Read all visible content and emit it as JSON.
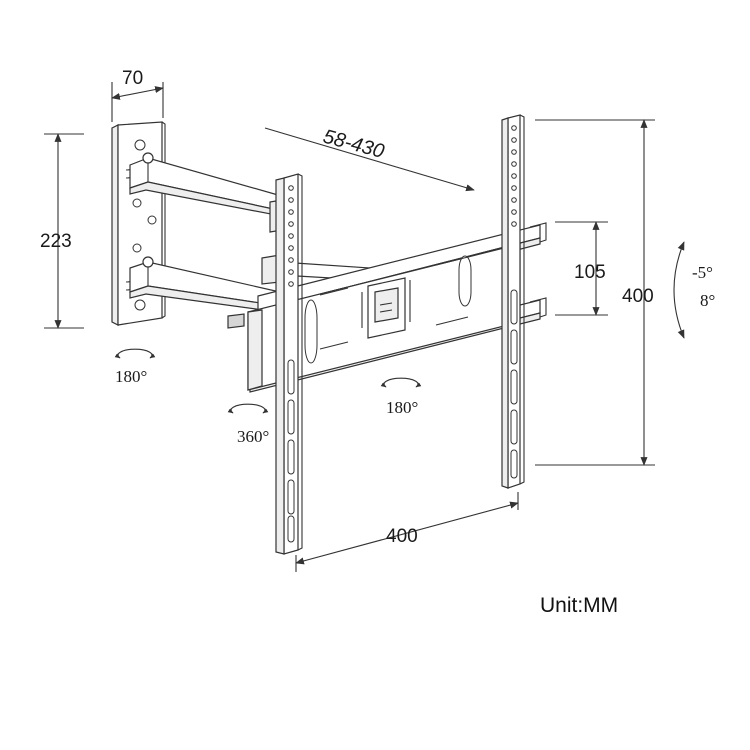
{
  "dimensions": {
    "wall_plate_depth": "70",
    "wall_plate_height": "223",
    "arm_extension": "58-430",
    "vesa_height": "400",
    "vesa_width": "400",
    "rail_spacing": "105"
  },
  "rotations": {
    "tilt_up": "-5°",
    "tilt_down": "8°",
    "wall_swivel": "180°",
    "plate_swivel": "180°",
    "arm_rotation": "360°"
  },
  "unit_label": "Unit:MM"
}
